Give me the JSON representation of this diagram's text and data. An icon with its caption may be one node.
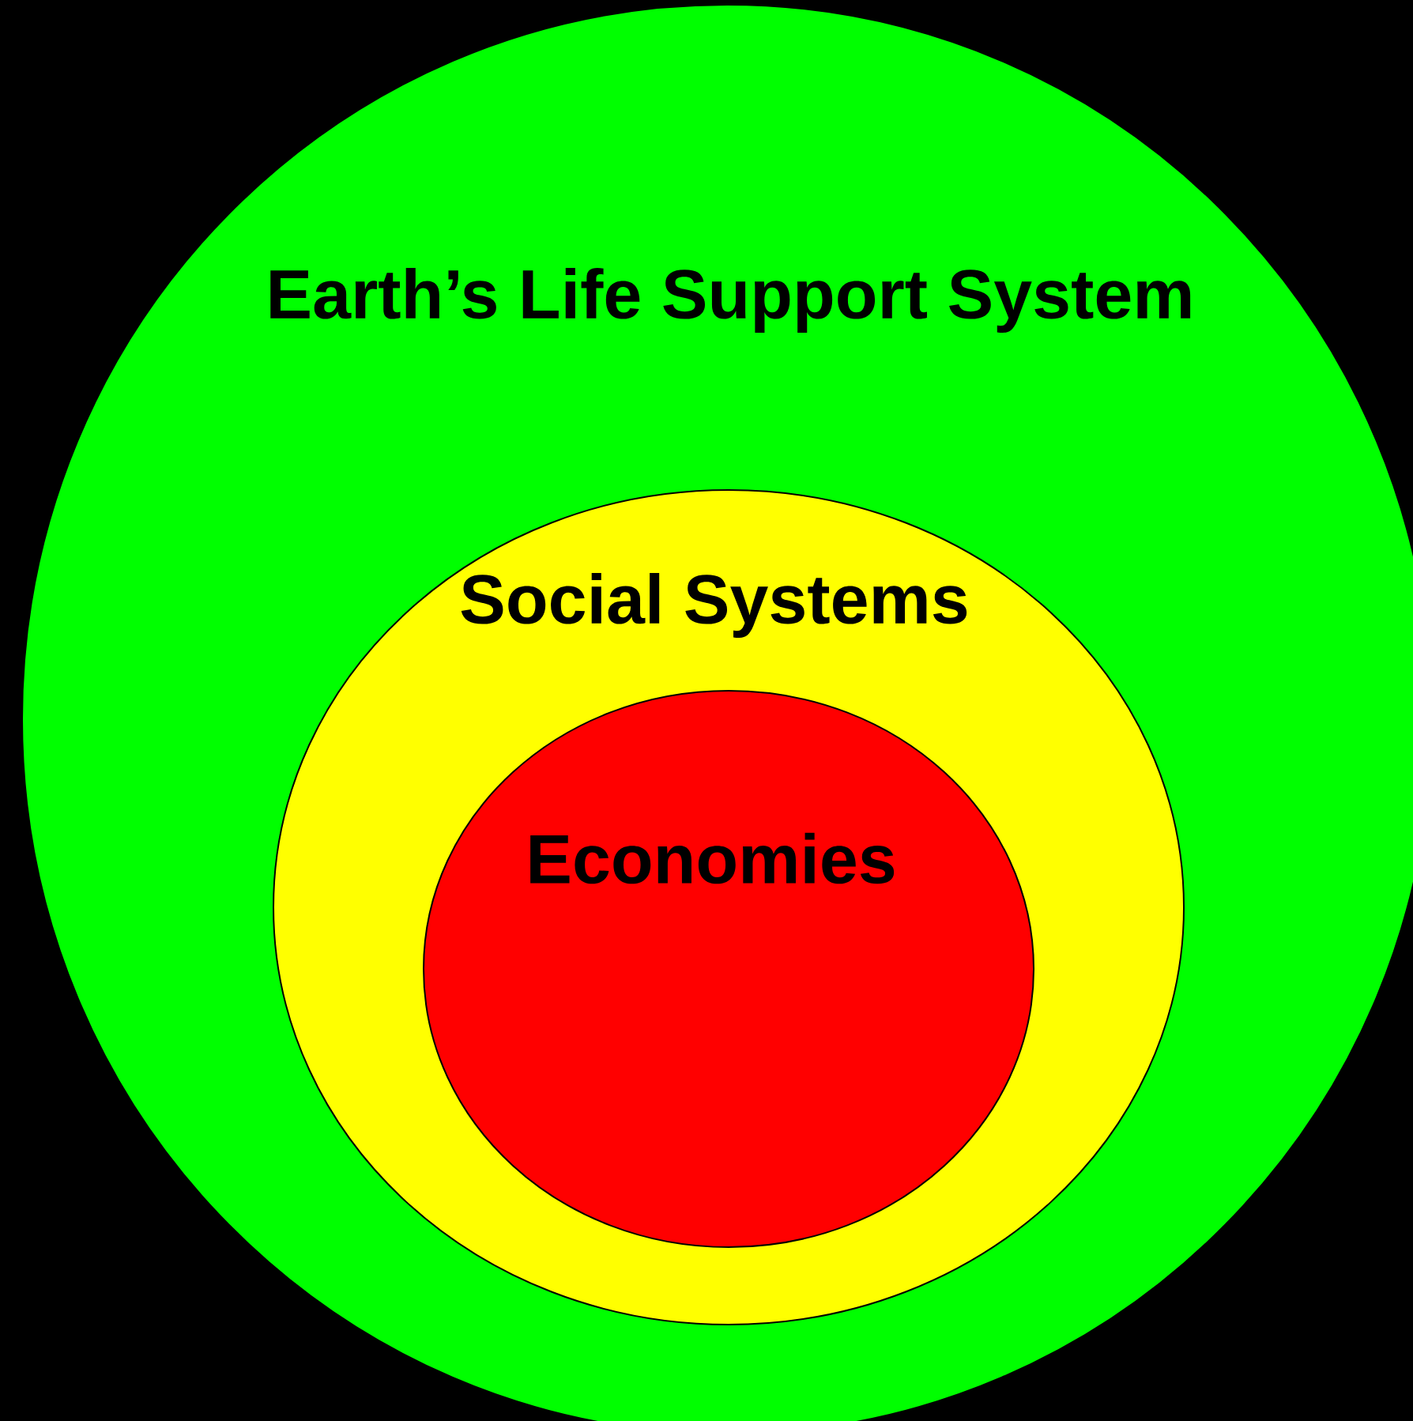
{
  "diagram": {
    "nodes": [
      {
        "text": [
          "Earth’s Life Support System"
        ]
      },
      {
        "text": [
          "Social Systems"
        ],
        "in": 0
      },
      {
        "text": [
          "Economies"
        ],
        "in": 1
      }
    ]
  }
}
